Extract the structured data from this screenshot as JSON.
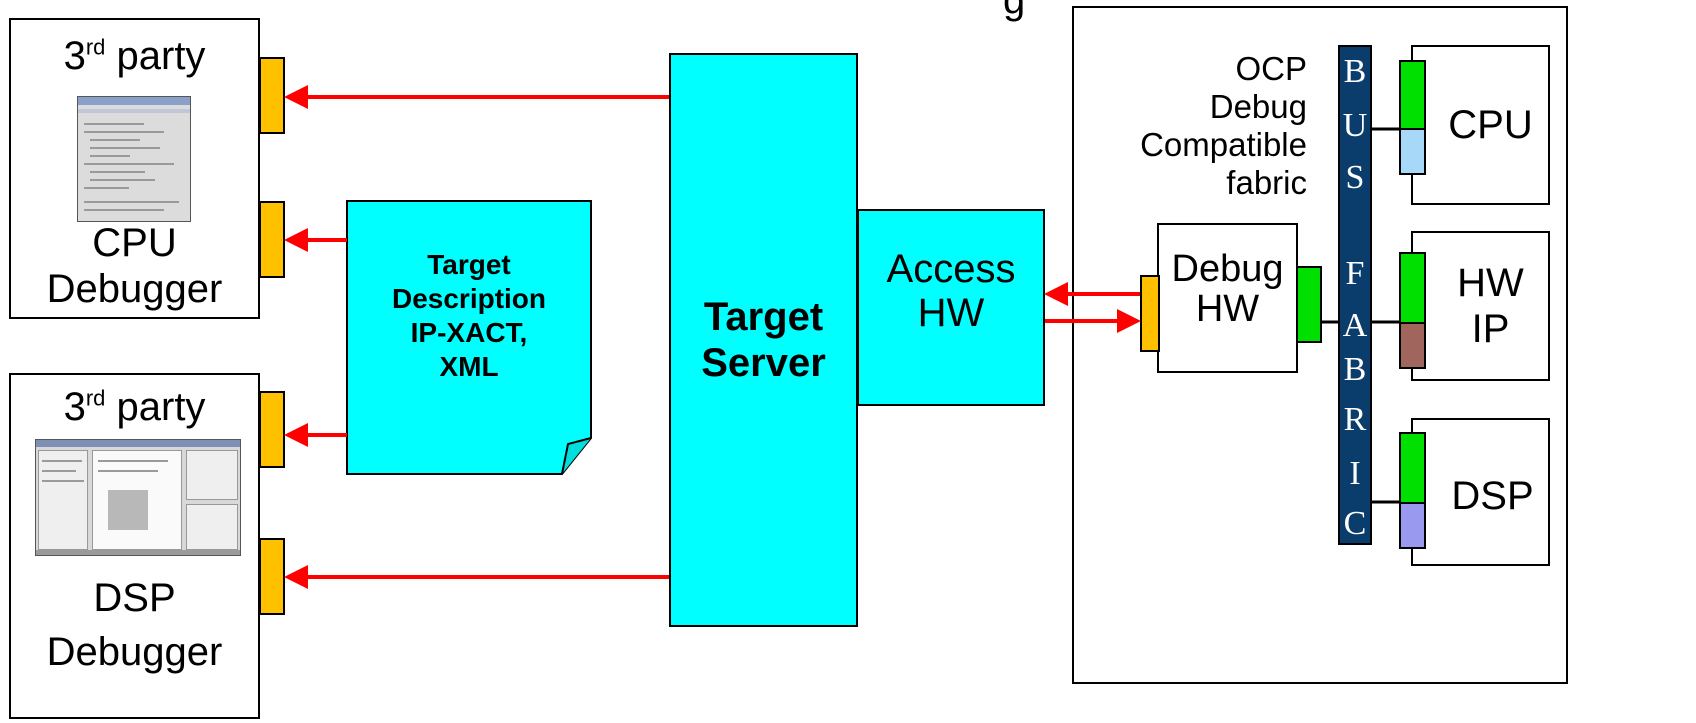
{
  "top_partial_text": "g",
  "cpu_debugger": {
    "party_prefix": "3",
    "party_sup": "rd",
    "party_word": "party",
    "name_line1": "CPU",
    "name_line2": "Debugger"
  },
  "dsp_debugger": {
    "party_prefix": "3",
    "party_sup": "rd",
    "party_word": "party",
    "name_line1": "DSP",
    "name_line2": "Debugger"
  },
  "target_description": {
    "line1": "Target",
    "line2": "Description",
    "line3": "IP-XACT,",
    "line4": "XML"
  },
  "target_server": {
    "line1": "Target",
    "line2": "Server"
  },
  "access_hw": {
    "line1": "Access",
    "line2": "HW"
  },
  "ocp_label": {
    "line1": "OCP",
    "line2": "Debug",
    "line3": "Compatible",
    "line4": "fabric"
  },
  "debug_hw": {
    "line1": "Debug",
    "line2": "HW"
  },
  "bus_fabric_letters": [
    "B",
    "U",
    "S",
    "F",
    "A",
    "B",
    "R",
    "I",
    "C"
  ],
  "cores": {
    "cpu": {
      "label": "CPU",
      "lower_port_color": "#a8d8f8"
    },
    "hw_ip": {
      "line1": "HW",
      "line2": "IP",
      "lower_port_color": "#a0665e"
    },
    "dsp": {
      "label": "DSP",
      "lower_port_color": "#9999f0"
    }
  },
  "colors": {
    "arrow": "#ff0000",
    "cyan": "#00ffff",
    "port_yellow": "#ffc000",
    "port_green": "#00e000",
    "bus": "#0a3d6b"
  }
}
